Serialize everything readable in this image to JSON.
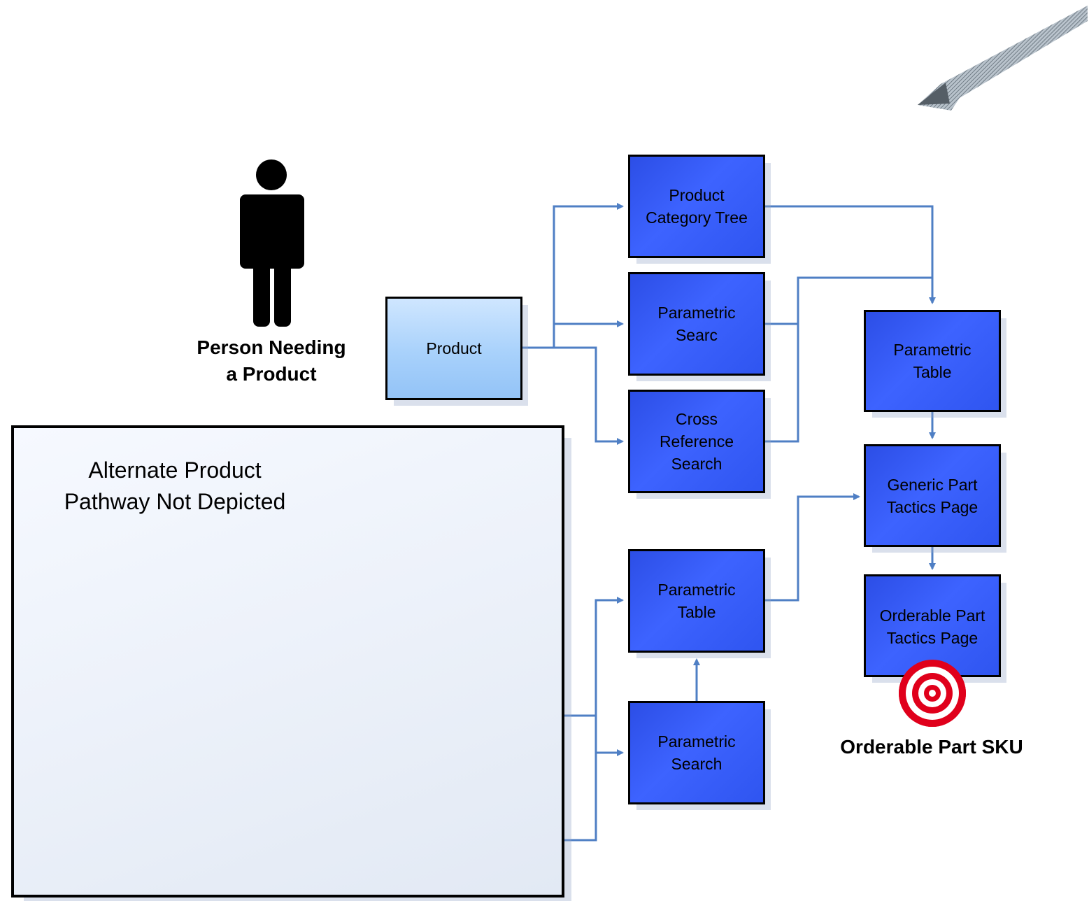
{
  "diagram": {
    "person": {
      "caption": "Person Needing\na Product"
    },
    "nodes": {
      "product": "Product",
      "product_category_tree": "Product\nCategory Tree",
      "parametric_searc": "Parametric\nSearc",
      "cross_reference_search": "Cross\nReference\nSearch",
      "parametric_table_right": "Parametric\nTable",
      "generic_part_tactics_page": "Generic Part\nTactics Page",
      "orderable_part_tactics_page": "Orderable Part\nTactics Page",
      "parametric_table_lower": "Parametric\nTable",
      "parametric_search_lower": "Parametric\nSearch"
    },
    "alternate_box": {
      "label": "Alternate Product\nPathway Not Depicted"
    },
    "target": {
      "caption": "Orderable Part SKU"
    },
    "colors": {
      "connector": "#4f7fc4",
      "node_blue": "#3d63ff",
      "node_light": "#a8d1fb",
      "target_red": "#e0001b"
    }
  }
}
